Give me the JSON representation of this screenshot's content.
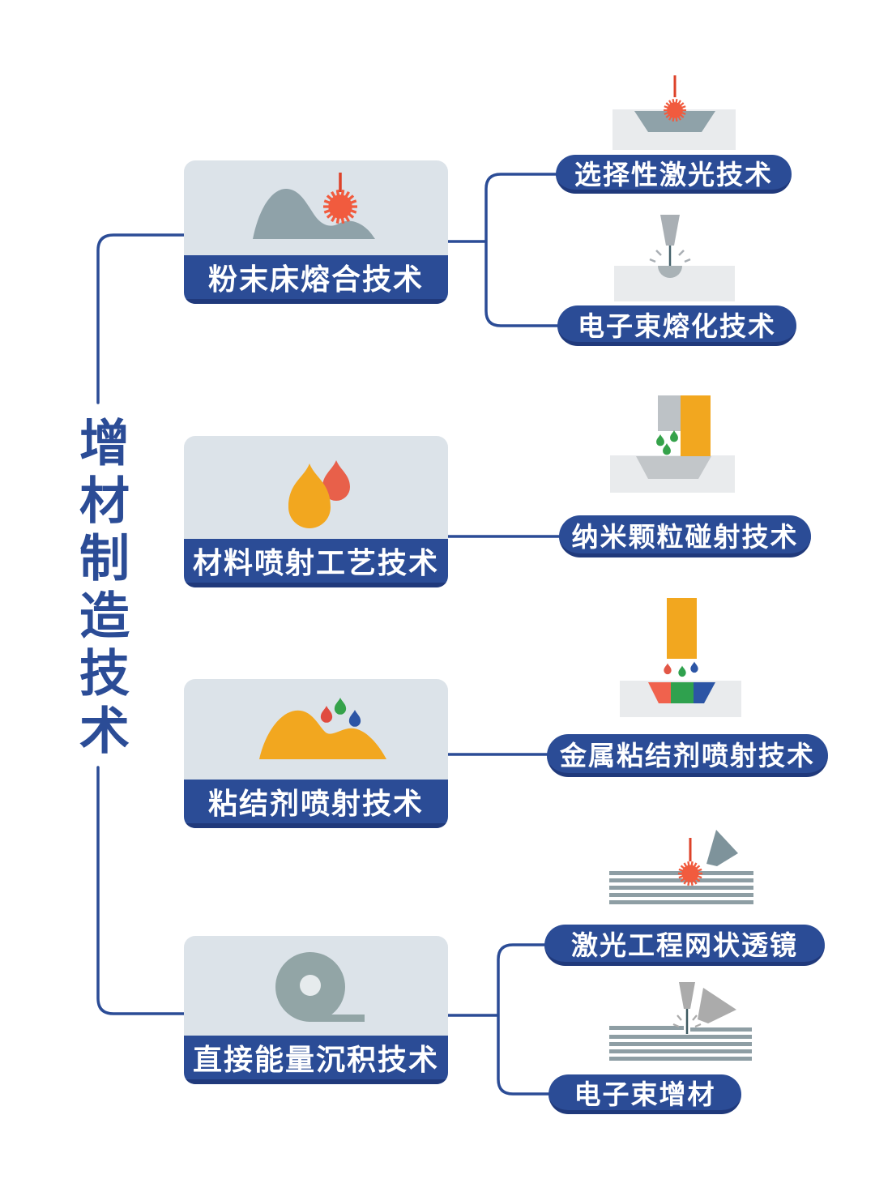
{
  "title_vertical": "增材制造技术",
  "palette": {
    "primary_blue": "#2B4C96",
    "shadow_blue": "#20397B",
    "card_icon_bg": "#DCE3E9",
    "sub_icon_base_bg": "#E9EBED",
    "powder_gray": "#8FA2A9",
    "layer_stripe_gray": "#8E9EA4",
    "nozzle_gray": "#ABABAB",
    "spark_orange": "#F15B3E",
    "laser_red": "#DD4229",
    "yellow": "#F2A71F",
    "droplet_red": "#E25746",
    "droplet_green": "#35A24A",
    "droplet_blue": "#2C55A5",
    "text_white": "#FFFFFF",
    "background": "#FFFFFF"
  },
  "branches": [
    {
      "label": "粉末床熔合技术",
      "icon": "powder-mound-with-laser-spark",
      "children": [
        {
          "label": "选择性激光技术",
          "icon": "laser-spark-on-powder-tray"
        },
        {
          "label": "电子束熔化技术",
          "icon": "electron-beam-nozzle-melt-pool"
        }
      ]
    },
    {
      "label": "材料喷射工艺技术",
      "icon": "two-material-droplets",
      "children": [
        {
          "label": "纳米颗粒碰射技术",
          "icon": "printhead-droplets-on-tray"
        }
      ]
    },
    {
      "label": "粘结剂喷射技术",
      "icon": "powder-mound-with-color-droplets",
      "children": [
        {
          "label": "金属粘结剂喷射技术",
          "icon": "printhead-rgb-droplets-tray"
        }
      ]
    },
    {
      "label": "直接能量沉积技术",
      "icon": "wire-spool",
      "children": [
        {
          "label": "激光工程网状透镜",
          "icon": "laser-spark-on-layers"
        },
        {
          "label": "电子束增材",
          "icon": "electron-beam-nozzles-on-layers"
        }
      ]
    }
  ]
}
